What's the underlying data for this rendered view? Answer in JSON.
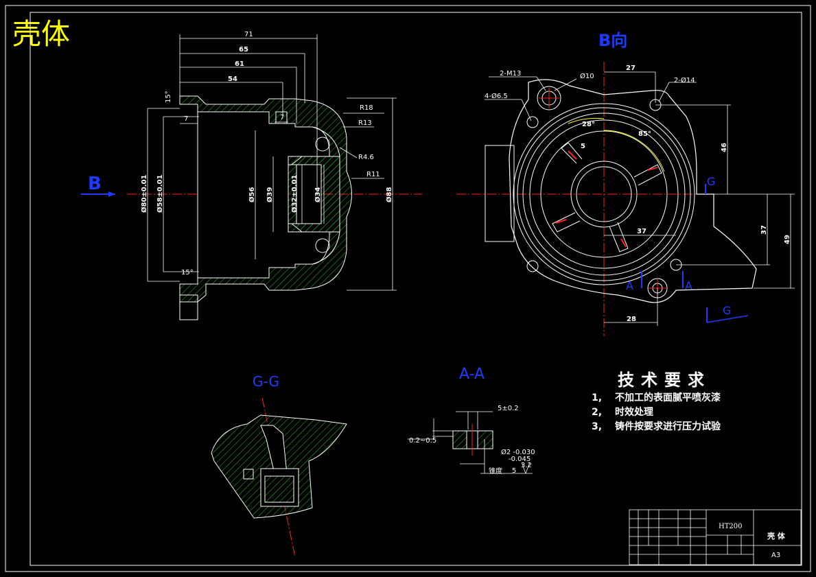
{
  "drawing": {
    "title": "壳体",
    "views": {
      "b_arrow_label": "B",
      "b_view_label": "B向",
      "section_gg_label": "G-G",
      "section_aa_label": "A-A",
      "g_marker": "G",
      "a_marker": "A"
    },
    "dimensions_left": {
      "d71": "71",
      "d65": "65",
      "d61": "61",
      "d54": "54",
      "d7a": "7",
      "d7b": "7",
      "r18": "R18",
      "r13": "R13",
      "r46": "R4.6",
      "r11": "R11",
      "phi80": "Ø80±0.01",
      "phi58": "Ø58±0.01",
      "phi56": "Ø56",
      "phi39": "Ø39",
      "phi32": "Ø32±0.01",
      "phi34": "Ø34",
      "phi88": "Ø88",
      "ang15a": "15°",
      "ang15b": "15°"
    },
    "dimensions_right": {
      "m13": "2-M13",
      "phi10": "Ø10",
      "d27": "27",
      "phi14": "2-Ø14",
      "phi65": "4-Ø6.5",
      "ang28": "28°",
      "ang85": "85°",
      "d5": "5",
      "d46": "46",
      "d37h": "37",
      "d37v": "37",
      "d49": "49",
      "d28": "28"
    },
    "dimensions_aa": {
      "d5": "5±0.2",
      "d025": "0.2~0.5",
      "phi2": "Ø2 -0.030 -0.045",
      "phi2_top": "Ø2 -0.030",
      "phi2_bot": "-0.045",
      "rough": "3.2",
      "label5": "5",
      "note": "锥度"
    },
    "tech_requirements": {
      "title": "技术要求",
      "items": [
        {
          "num": "1,",
          "text": "不加工的表面腻平喷灰漆"
        },
        {
          "num": "2,",
          "text": "时效处理"
        },
        {
          "num": "3,",
          "text": "铸件按要求进行压力试验"
        }
      ]
    },
    "title_block": {
      "material": "HT200",
      "part_name": "壳 体",
      "sheet": "A3"
    }
  },
  "colors": {
    "background": "#000000",
    "outline": "#ffffff",
    "dimension": "#ffff00",
    "hatch": "#22c022",
    "centerline": "#ff2020",
    "label_blue": "#1e3cff"
  }
}
